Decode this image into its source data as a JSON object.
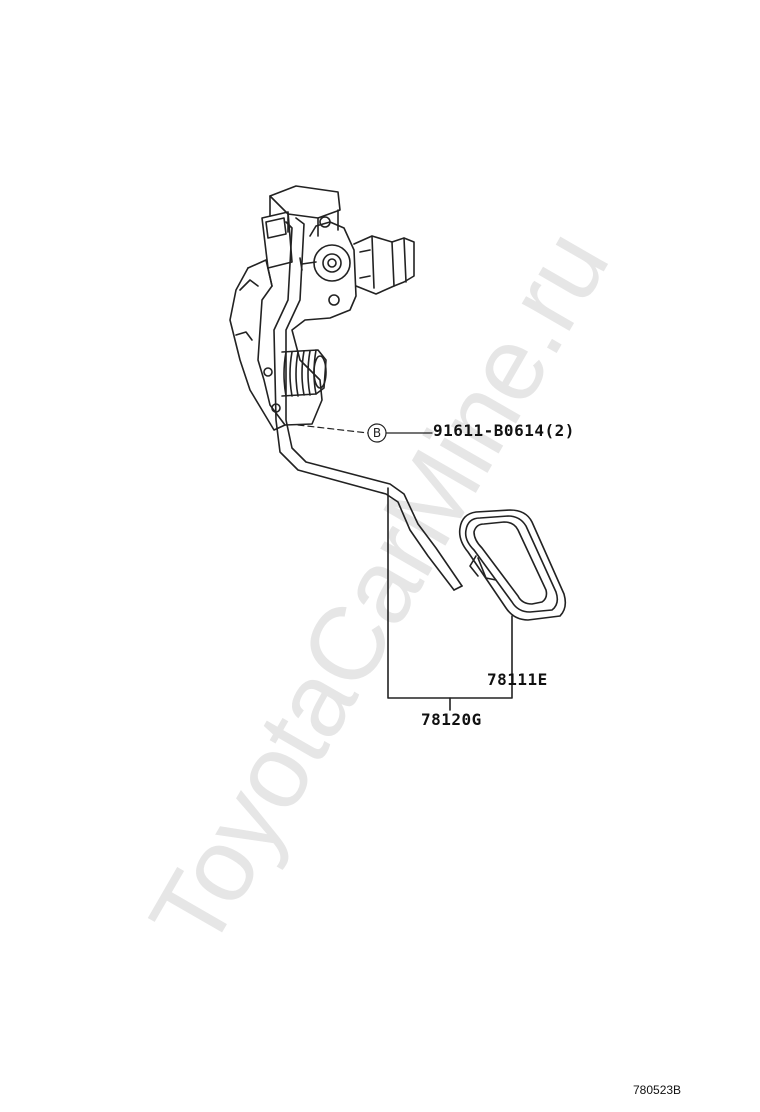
{
  "watermark": "ToyotaCarMine.ru",
  "parts": {
    "bolt": "91611-B0614(2)",
    "bolt_ref": "B",
    "pedal_pad": "78111E",
    "pedal_assembly": "78120G"
  },
  "diagram_code": "780523B",
  "colors": {
    "line": "#222222",
    "watermark": "#e6e6e6",
    "background": "#ffffff"
  }
}
